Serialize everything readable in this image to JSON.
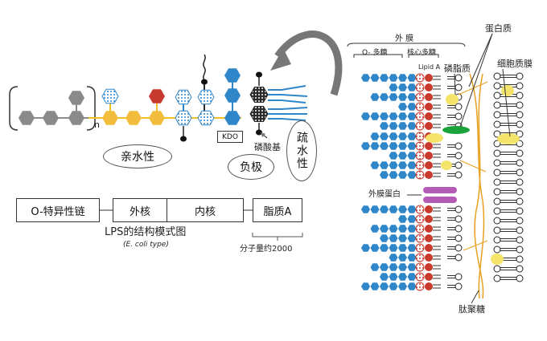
{
  "lps_structure": {
    "repeat_subscript": "n",
    "kdo_label": "KDO",
    "phosphate_label": "磷酸基",
    "hydrophilic_label": "亲水性",
    "negative_charge_label": "负极",
    "hydrophobic_label": "疏水性",
    "segments": [
      "O-特异性链",
      "外核",
      "内核",
      "脂质A"
    ],
    "caption": "LPS的结构模式图",
    "caption_sub": "(E. coli type)",
    "mw_note": "分子量约2000"
  },
  "membrane": {
    "outer_membrane_label": "外 膜",
    "o_polysaccharide_label": "O- 多糖",
    "core_polysaccharide_label": "核心多糖",
    "lipid_a_label": "Lipid A",
    "phospholipid_label": "磷脂质",
    "protein_label": "蛋白质",
    "cell_membrane_label": "细胞质膜",
    "omp_label": "外膜蛋白",
    "peptidoglycan_label": "肽聚糖"
  },
  "colors": {
    "gray_sugar": "#8a8a8a",
    "yellow_sugar": "#f2bd3c",
    "blue_sugar": "#2f86c9",
    "red_sugar": "#c93a2e",
    "dark_hex": "#2a2a2a",
    "omp": "#b35bb5",
    "green_protein": "#1aa33b",
    "yellow_protein": "#f5e46a",
    "peptidoglycan_line": "#e8a020",
    "arrow": "#777777"
  }
}
